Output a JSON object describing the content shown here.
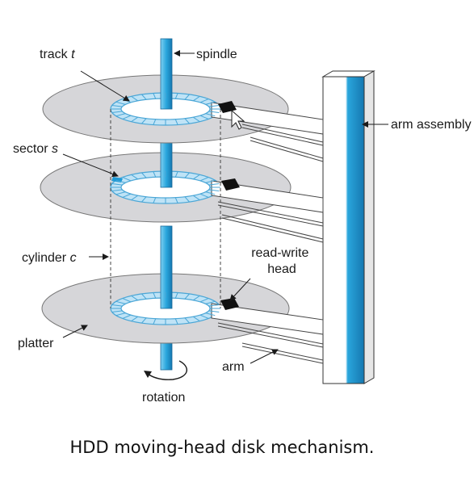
{
  "labels": {
    "track_prefix": "track ",
    "track_var": "t",
    "spindle": "spindle",
    "arm_assembly": "arm assembly",
    "sector_prefix": "sector ",
    "sector_var": "s",
    "cylinder_prefix": "cylinder ",
    "cylinder_var": "c",
    "read_write_line1": "read-write",
    "read_write_line2": "head",
    "platter": "platter",
    "arm": "arm",
    "rotation": "rotation"
  },
  "caption": "HDD moving-head disk mechanism.",
  "colors": {
    "platter": "#d6d6d9",
    "track": "#bfe3f6",
    "track_edge": "#4aa6d6",
    "sector_highlight": "#1e9ad6",
    "spindle": "#2aa6dc",
    "head": "#111111"
  },
  "icons": {
    "cursor": "mouse-pointer-icon",
    "rotation": "curved-arrow-icon"
  }
}
